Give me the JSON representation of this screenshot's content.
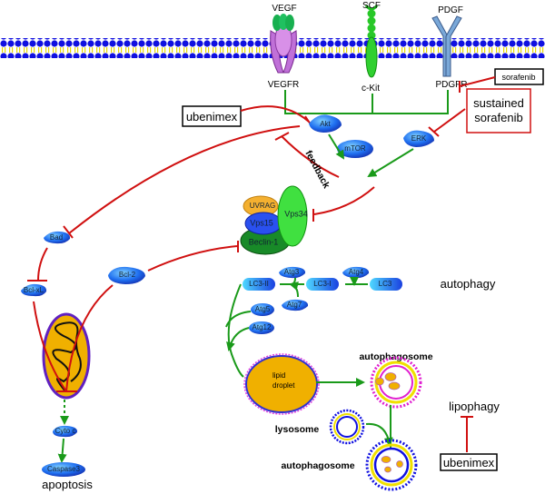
{
  "receptors": {
    "vegf": "VEGF",
    "vegfr": "VEGFR",
    "scf": "SCF",
    "ckit": "c-Kit",
    "pdgf": "PDGF",
    "pdgfr": "PDGFR"
  },
  "drugs": {
    "sorafenib": "sorafenib",
    "sustained_sorafenib_line1": "sustained",
    "sustained_sorafenib_line2": "sorafenib",
    "ubenimex_top": "ubenimex",
    "ubenimex_bottom": "ubenimex"
  },
  "nodes": {
    "akt": "Akt",
    "erk": "ERK",
    "mtor": "mTOR",
    "feedback": "feedback",
    "uvrag": "UVRAG",
    "vps15": "Vps15",
    "vps34": "Vps34",
    "beclin1": "Beclin-1",
    "bad": "Bad",
    "bclxl": "Bcl-xL",
    "bcl2": "Bcl-2",
    "cytoc": "Cyto c",
    "caspase3": "Caspase3",
    "lc3ii": "LC3-II",
    "lc3i": "LC3-I",
    "lc3": "LC3",
    "atg3": "Atg3",
    "atg4": "Atg4",
    "atg7": "Atg7",
    "atg5": "Atg5",
    "atg12": "Atg12",
    "lipid_droplet_line1": "lipid",
    "lipid_droplet_line2": "droplet"
  },
  "processes": {
    "apoptosis": "apoptosis",
    "autophagy": "autophagy",
    "lipophagy": "lipophagy",
    "autophagosome_top": "autophagosome",
    "lysosome": "lysosome",
    "autophagosome_bottom": "autophagosome"
  },
  "colors": {
    "activation": "#1a9a1a",
    "inhibition": "#d01010",
    "protein": "#1f5fe8",
    "membrane_head": "#1010e0",
    "membrane_tail": "#f0e000",
    "organelle": "#f0b000"
  }
}
